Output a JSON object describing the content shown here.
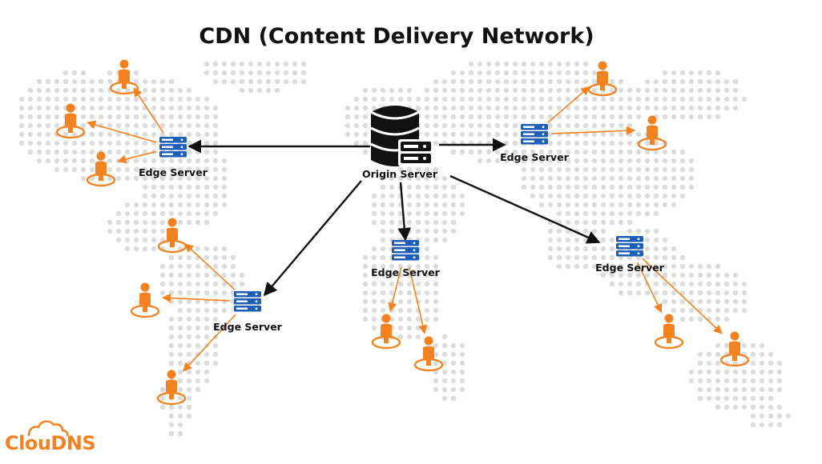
{
  "title": "CDN (Content Delivery Network)",
  "origin": {
    "label": "Origin Server"
  },
  "edge_label": "Edge Server",
  "brand": {
    "name": "ClouDNS",
    "color": "#f58220"
  },
  "colors": {
    "user": "#f58220",
    "server": "#1d5fb8",
    "origin": "#111111",
    "map_dot": "#dcdcdc",
    "arrow_origin": "#111111",
    "arrow_edge": "#f58220"
  },
  "icons": {
    "origin": "database-server-icon",
    "edge": "rack-server-icon",
    "user": "user-location-icon",
    "map": "dotted-world-map"
  },
  "edges": [
    {
      "id": "north-america",
      "label": "Edge Server",
      "users": 3
    },
    {
      "id": "europe",
      "label": "Edge Server",
      "users": 2
    },
    {
      "id": "south-america",
      "label": "Edge Server",
      "users": 3
    },
    {
      "id": "africa",
      "label": "Edge Server",
      "users": 2
    },
    {
      "id": "asia-pacific",
      "label": "Edge Server",
      "users": 2
    }
  ]
}
